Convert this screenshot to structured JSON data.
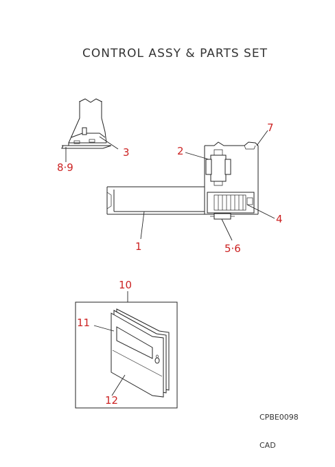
{
  "title": "CONTROL ASSY & PARTS SET",
  "callouts": {
    "c1": "1",
    "c2": "2",
    "c3": "3",
    "c4": "4",
    "c56": "5·6",
    "c7": "7",
    "c89": "8·9",
    "c10": "10",
    "c11": "11",
    "c12": "12"
  },
  "footer": {
    "drawing_code": "CPBE0098",
    "source": "CAD"
  },
  "colors": {
    "callout": "#cc2222",
    "line": "#222222",
    "text": "#333333"
  }
}
